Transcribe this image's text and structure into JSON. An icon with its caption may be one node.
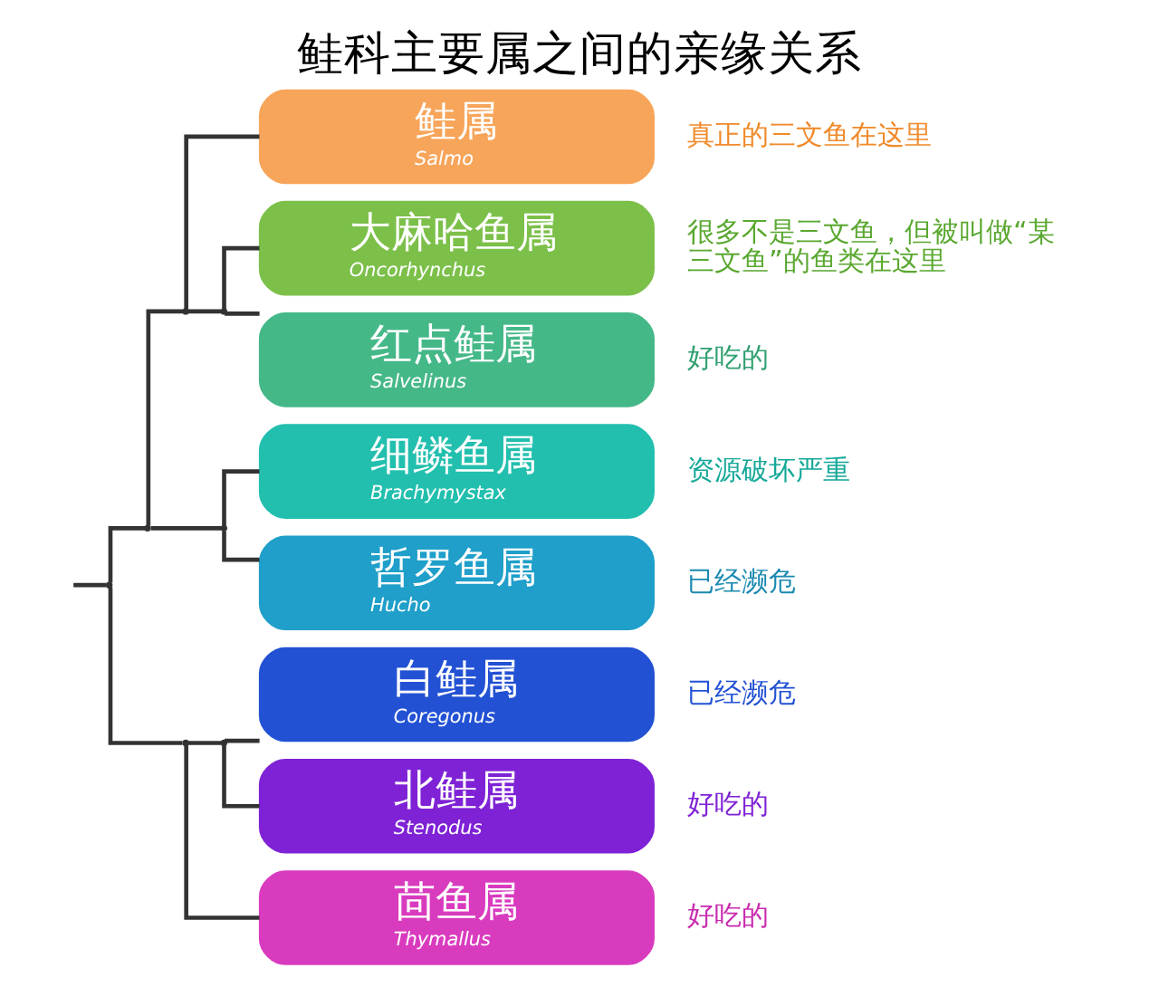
{
  "diagram": {
    "title": "鲑科主要属之间的亲缘关系",
    "nodes": [
      {
        "text": [
          "鲑属",
          "Salmo"
        ],
        "beside": [
          "真正的三文鱼在这里"
        ]
      },
      {
        "text": [
          "大麻哈鱼属",
          "Oncorhynchus"
        ],
        "beside": [
          "很多不是三文鱼，但被叫做“某三文鱼”的鱼类在这里"
        ]
      },
      {
        "text": [
          "红点鲑属",
          "Salvelinus"
        ],
        "beside": [
          "好吃的"
        ]
      },
      {
        "text": [
          "细鳞鱼属",
          "Brachymystax"
        ],
        "beside": [
          "资源破坏严重"
        ]
      },
      {
        "text": [
          "哲罗鱼属",
          "Hucho"
        ],
        "beside": [
          "已经濒危"
        ]
      },
      {
        "text": [
          "白鲑属",
          "Coregonus"
        ],
        "beside": [
          "已经濒危"
        ]
      },
      {
        "text": [
          "北鲑属",
          "Stenodus"
        ],
        "beside": [
          "好吃的"
        ]
      },
      {
        "text": [
          "茴鱼属",
          "Thymallus"
        ],
        "beside": [
          "好吃的"
        ]
      },
      {
        "text": [],
        "shape": "point"
      },
      {
        "text": [],
        "shape": "point"
      },
      {
        "text": [],
        "shape": "point"
      },
      {
        "text": [],
        "shape": "point"
      },
      {
        "text": [],
        "shape": "point"
      },
      {
        "text": [],
        "shape": "point"
      },
      {
        "text": [],
        "shape": "point"
      }
    ],
    "edges": [
      {
        "from": null,
        "to": 14,
        "arrow": "none"
      },
      {
        "from": 14,
        "to": 11,
        "arrow": "none"
      },
      {
        "from": 14,
        "to": 13,
        "arrow": "none"
      },
      {
        "from": 11,
        "to": 9,
        "arrow": "none"
      },
      {
        "from": 11,
        "to": 10,
        "arrow": "none"
      },
      {
        "from": 9,
        "to": 0,
        "arrow": "none"
      },
      {
        "from": 9,
        "to": 8,
        "arrow": "none"
      },
      {
        "from": 8,
        "to": 1,
        "arrow": "none"
      },
      {
        "from": 8,
        "to": 2,
        "arrow": "none"
      },
      {
        "from": 10,
        "to": 3,
        "arrow": "none"
      },
      {
        "from": 10,
        "to": 4,
        "arrow": "none"
      },
      {
        "from": 13,
        "to": 12,
        "arrow": "none"
      },
      {
        "from": 13,
        "to": 7,
        "arrow": "none"
      },
      {
        "from": 12,
        "to": 5,
        "arrow": "none"
      },
      {
        "from": 12,
        "to": 6,
        "arrow": "none"
      }
    ]
  }
}
